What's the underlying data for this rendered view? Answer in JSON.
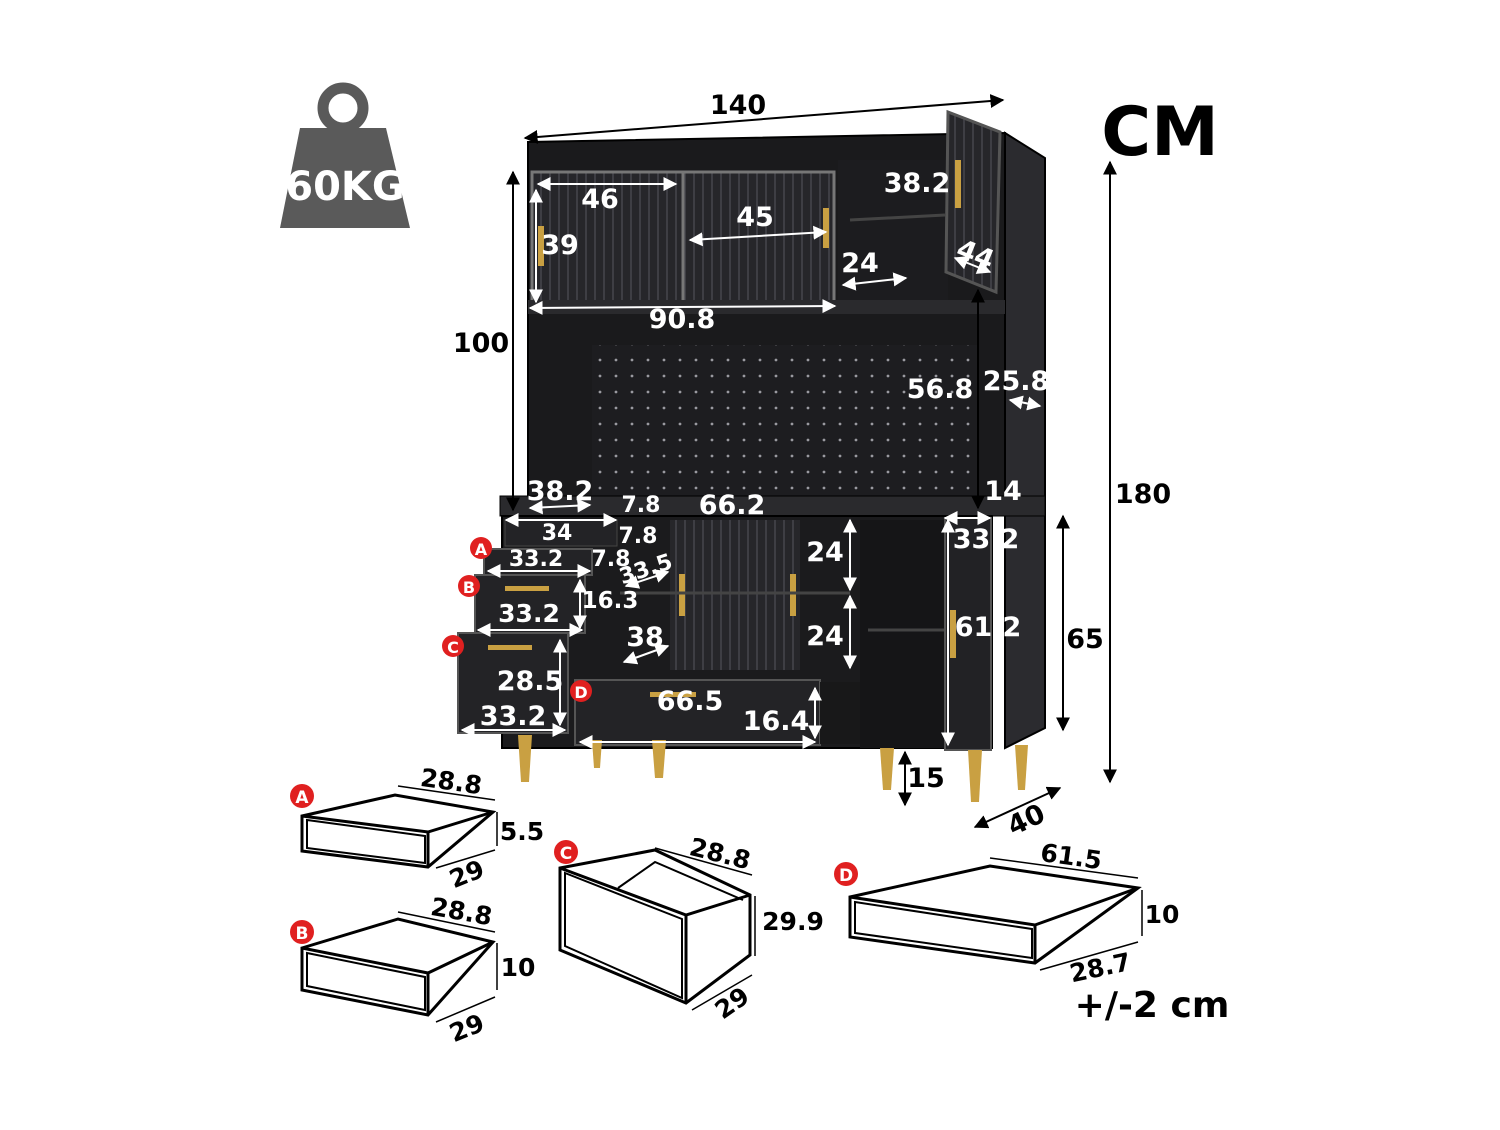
{
  "unit_label": "CM",
  "weight_label": "60KG",
  "tolerance": "+/-2 cm",
  "colors": {
    "body": "#1b1b1d",
    "panel": "#2a2a2d",
    "gold": "#c9a042",
    "text": "#000000",
    "white": "#ffffff",
    "badge": "#e02020",
    "weight": "#5a5a5a"
  },
  "dims": {
    "overall_width": "140",
    "overall_height": "180",
    "upper_height": "100",
    "upper_door_w": "46",
    "upper_door_h": "39",
    "upper_inner_w": "45",
    "upper_right_w": "38.2",
    "upper_right_depth": "24",
    "door_depth": "44",
    "upper_span": "90.8",
    "hutch_h": "56.8",
    "hutch_depth": "25.8",
    "shelf_left_w": "38.2",
    "gap_a": "7.8",
    "counter_w": "66.2",
    "side_d": "14",
    "drawer_top_w": "34",
    "gap_b": "7.8",
    "a_front_w": "33.2",
    "gap_c": "7.8",
    "mid_depth": "33.5",
    "b_front_w": "33.2",
    "b_front_h": "16.3",
    "shelf_h1": "24",
    "shelf_h2": "24",
    "shelf_depth": "38",
    "c_front_h": "28.5",
    "c_front_w": "33.2",
    "d_front_w": "66.5",
    "d_front_h": "16.4",
    "right_w": "33.2",
    "right_h": "61.2",
    "lower_h": "65",
    "leg_h": "15",
    "depth": "40"
  },
  "drawers": {
    "a": {
      "badge": "A",
      "width": "28.8",
      "height": "5.5",
      "depth": "29"
    },
    "b": {
      "badge": "B",
      "width": "28.8",
      "height": "10",
      "depth": "29"
    },
    "c": {
      "badge": "C",
      "width": "28.8",
      "height": "29.9",
      "depth": "29"
    },
    "d": {
      "badge": "D",
      "width": "61.5",
      "height": "10",
      "depth": "28.7"
    }
  },
  "front_badges": {
    "a": "A",
    "b": "B",
    "c": "C",
    "d": "D"
  }
}
